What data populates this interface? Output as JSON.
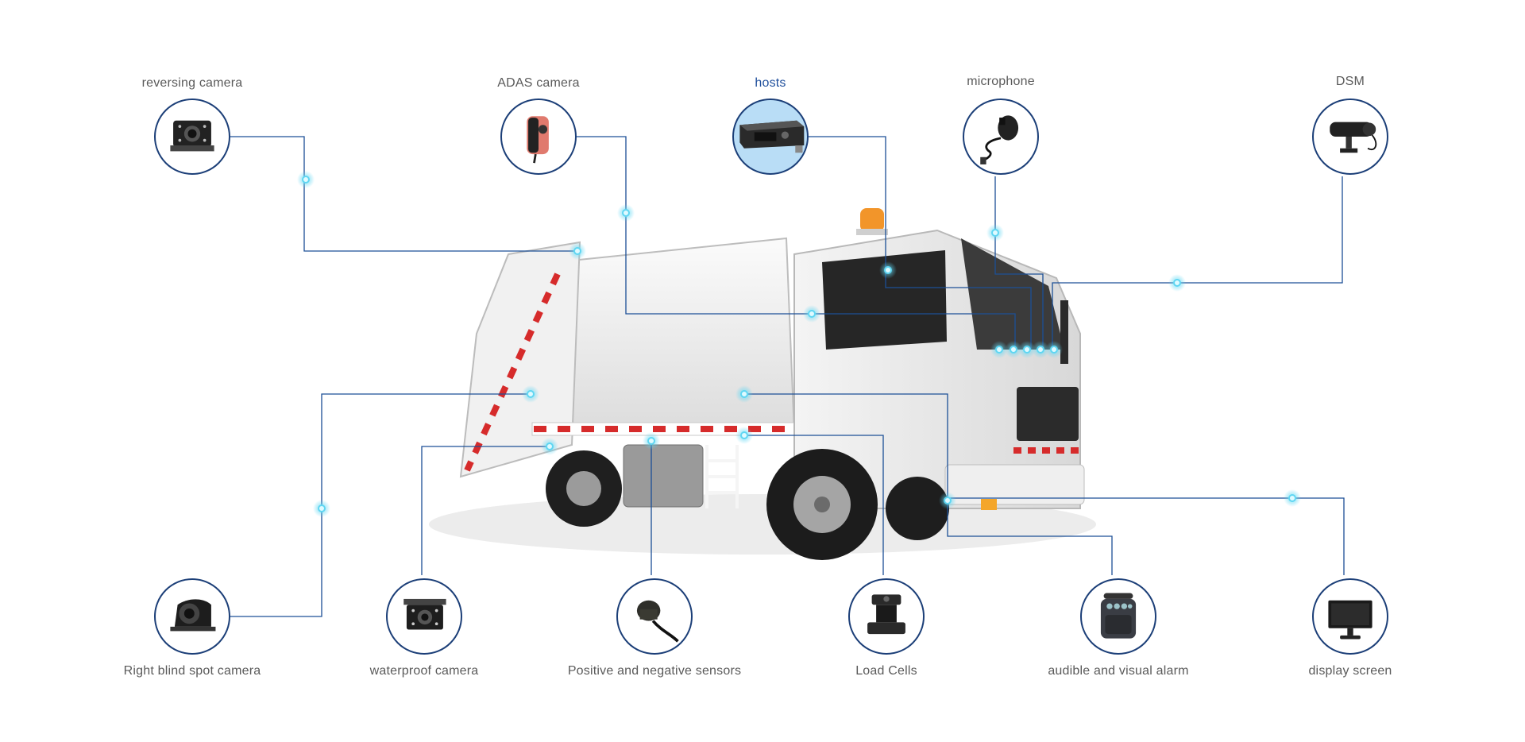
{
  "diagram": {
    "components": [
      {
        "id": "reversing-camera",
        "label": "reversing camera",
        "icon": "reversing-camera-icon"
      },
      {
        "id": "adas-camera",
        "label": "ADAS camera",
        "icon": "adas-camera-icon"
      },
      {
        "id": "hosts",
        "label": "hosts",
        "icon": "host-recorder-icon",
        "active": true
      },
      {
        "id": "microphone",
        "label": "microphone",
        "icon": "microphone-icon"
      },
      {
        "id": "dsm",
        "label": "DSM",
        "icon": "dsm-camera-icon"
      },
      {
        "id": "right-blind-spot-camera",
        "label": "Right blind spot camera",
        "icon": "side-camera-icon"
      },
      {
        "id": "waterproof-camera",
        "label": "waterproof camera",
        "icon": "waterproof-camera-icon"
      },
      {
        "id": "sensors",
        "label": "Positive and negative sensors",
        "icon": "sensor-icon"
      },
      {
        "id": "load-cells",
        "label": "Load Cells",
        "icon": "load-cell-icon"
      },
      {
        "id": "alarm",
        "label": "audible and visual alarm",
        "icon": "alarm-speaker-icon"
      },
      {
        "id": "display-screen",
        "label": "display screen",
        "icon": "display-screen-icon"
      }
    ],
    "colors": {
      "line": "#1c4f96",
      "node_border": "#1c3f78",
      "dot": "#5fd6f2",
      "active_label": "#1f4f9c",
      "label": "#5a5a5a"
    },
    "truck_icon": "garbage-truck-illustration"
  }
}
